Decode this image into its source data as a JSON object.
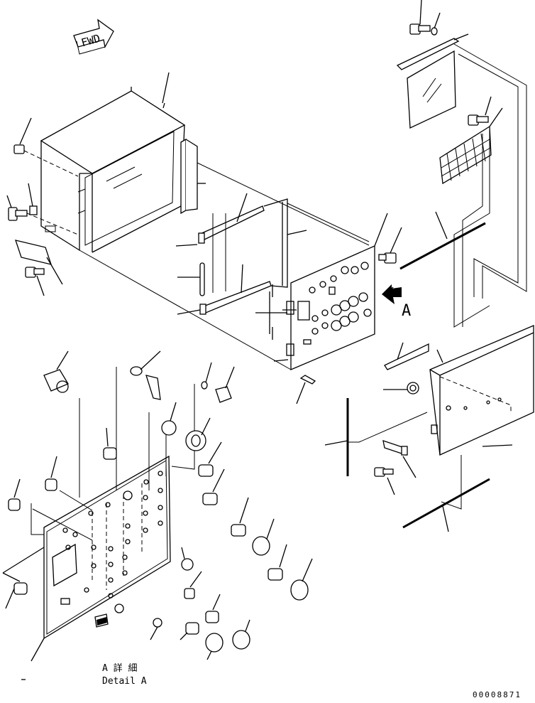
{
  "orientation_sign": "FWD",
  "view_arrow_label": "A",
  "detail_label_jp": "A 詳 細",
  "detail_label_en": "Detail A",
  "drawing_number": "00008871",
  "icons": [
    "fwd-arrow-icon",
    "view-direction-arrow-icon"
  ]
}
